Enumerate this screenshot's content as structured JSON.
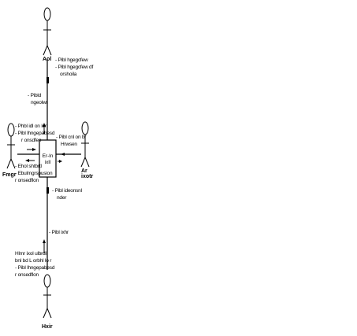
{
  "diagram": {
    "central_object": {
      "lines": [
        "Er-ln",
        "ixll"
      ]
    },
    "actors": {
      "top": "Aol",
      "bottom": "Hxir",
      "left": "Fmgr",
      "right": "Ar ixotr"
    },
    "messages": {
      "top_right": [
        "- Pibl hgegcfew",
        "- Pibl hgegcfew df",
        "orshoila"
      ],
      "top_left": [
        "- Pibld",
        "ngeolwr"
      ],
      "left_top": [
        "- Phbl idl on ler",
        "- Pibl lhngepabesd",
        "r onsdfen"
      ],
      "left_bottom": [
        "- Ehol shtbrtl",
        "- Ebulmgrspusion",
        "r onsedflon"
      ],
      "right": [
        "- Pibl cnl on br",
        "Hrwsen"
      ],
      "bottom_right_top": [
        "- Pibl ideonsnl",
        "nder"
      ],
      "bottom_right_mid": [
        "- Pibl ixhr"
      ],
      "bottom_left": [
        "Hlmr ixol ulbrdl",
        "bnl bd L orbhl lo r",
        "- Pibl lhngepabesd",
        "r onsedflon"
      ]
    }
  }
}
